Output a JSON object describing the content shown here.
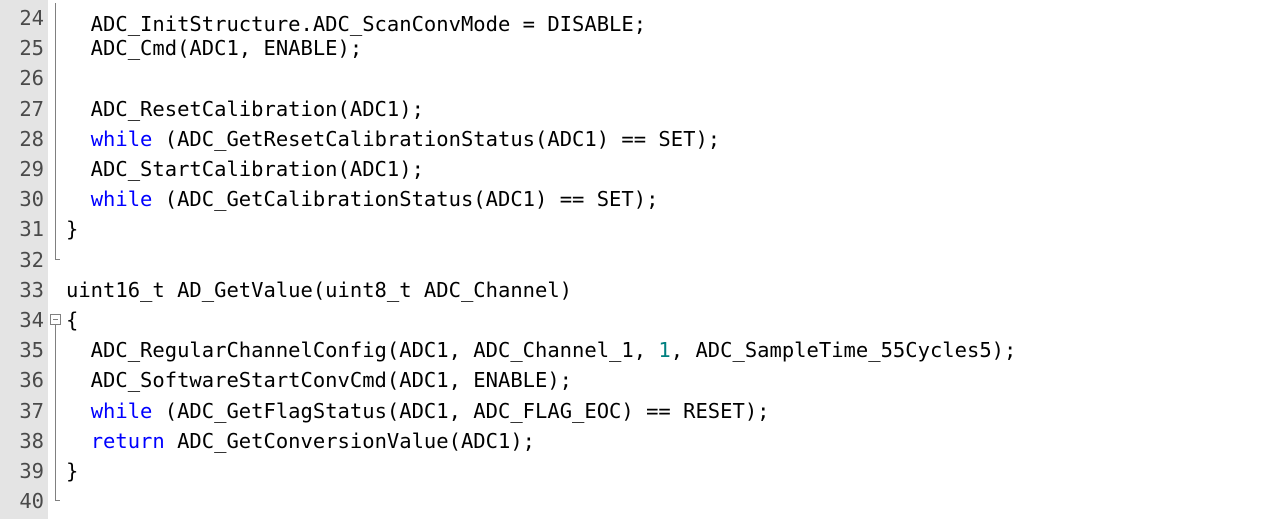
{
  "editor": {
    "colors": {
      "keyword": "#0000ff",
      "number": "#008080",
      "text": "#000000",
      "line_number": "#4a4a4a",
      "gutter_background": "#e4e4e4"
    },
    "partial_top_line": "  ADC_InitStructure.ADC_ScanConvMode = DISABLE;",
    "lines": [
      {
        "number": "24",
        "tokens": []
      },
      {
        "number": "25",
        "tokens": [
          {
            "t": "  ADC_Cmd(ADC1, ENABLE);",
            "k": "plain"
          }
        ]
      },
      {
        "number": "26",
        "tokens": []
      },
      {
        "number": "27",
        "tokens": [
          {
            "t": "  ADC_ResetCalibration(ADC1);",
            "k": "plain"
          }
        ]
      },
      {
        "number": "28",
        "tokens": [
          {
            "t": "  ",
            "k": "plain"
          },
          {
            "t": "while",
            "k": "kw"
          },
          {
            "t": " (ADC_GetResetCalibrationStatus(ADC1) == SET);",
            "k": "plain"
          }
        ]
      },
      {
        "number": "29",
        "tokens": [
          {
            "t": "  ADC_StartCalibration(ADC1);",
            "k": "plain"
          }
        ]
      },
      {
        "number": "30",
        "tokens": [
          {
            "t": "  ",
            "k": "plain"
          },
          {
            "t": "while",
            "k": "kw"
          },
          {
            "t": " (ADC_GetCalibrationStatus(ADC1) == SET);",
            "k": "plain"
          }
        ]
      },
      {
        "number": "31",
        "tokens": [
          {
            "t": "}",
            "k": "plain"
          }
        ]
      },
      {
        "number": "32",
        "tokens": []
      },
      {
        "number": "33",
        "tokens": [
          {
            "t": "uint16_t AD_GetValue(uint8_t ADC_Channel)",
            "k": "plain"
          }
        ]
      },
      {
        "number": "34",
        "tokens": [
          {
            "t": "{",
            "k": "plain"
          }
        ]
      },
      {
        "number": "35",
        "tokens": [
          {
            "t": "  ADC_RegularChannelConfig(ADC1, ADC_Channel_1, ",
            "k": "plain"
          },
          {
            "t": "1",
            "k": "num"
          },
          {
            "t": ", ADC_SampleTime_55Cycles5);",
            "k": "plain"
          }
        ]
      },
      {
        "number": "36",
        "tokens": [
          {
            "t": "  ADC_SoftwareStartConvCmd(ADC1, ENABLE);",
            "k": "plain"
          }
        ]
      },
      {
        "number": "37",
        "tokens": [
          {
            "t": "  ",
            "k": "plain"
          },
          {
            "t": "while",
            "k": "kw"
          },
          {
            "t": " (ADC_GetFlagStatus(ADC1, ADC_FLAG_EOC) == RESET);",
            "k": "plain"
          }
        ]
      },
      {
        "number": "38",
        "tokens": [
          {
            "t": "  ",
            "k": "plain"
          },
          {
            "t": "return",
            "k": "kw"
          },
          {
            "t": " ADC_GetConversionValue(ADC1);",
            "k": "plain"
          }
        ]
      },
      {
        "number": "39",
        "tokens": [
          {
            "t": "}",
            "k": "plain"
          }
        ]
      },
      {
        "number": "40",
        "tokens": []
      }
    ]
  }
}
